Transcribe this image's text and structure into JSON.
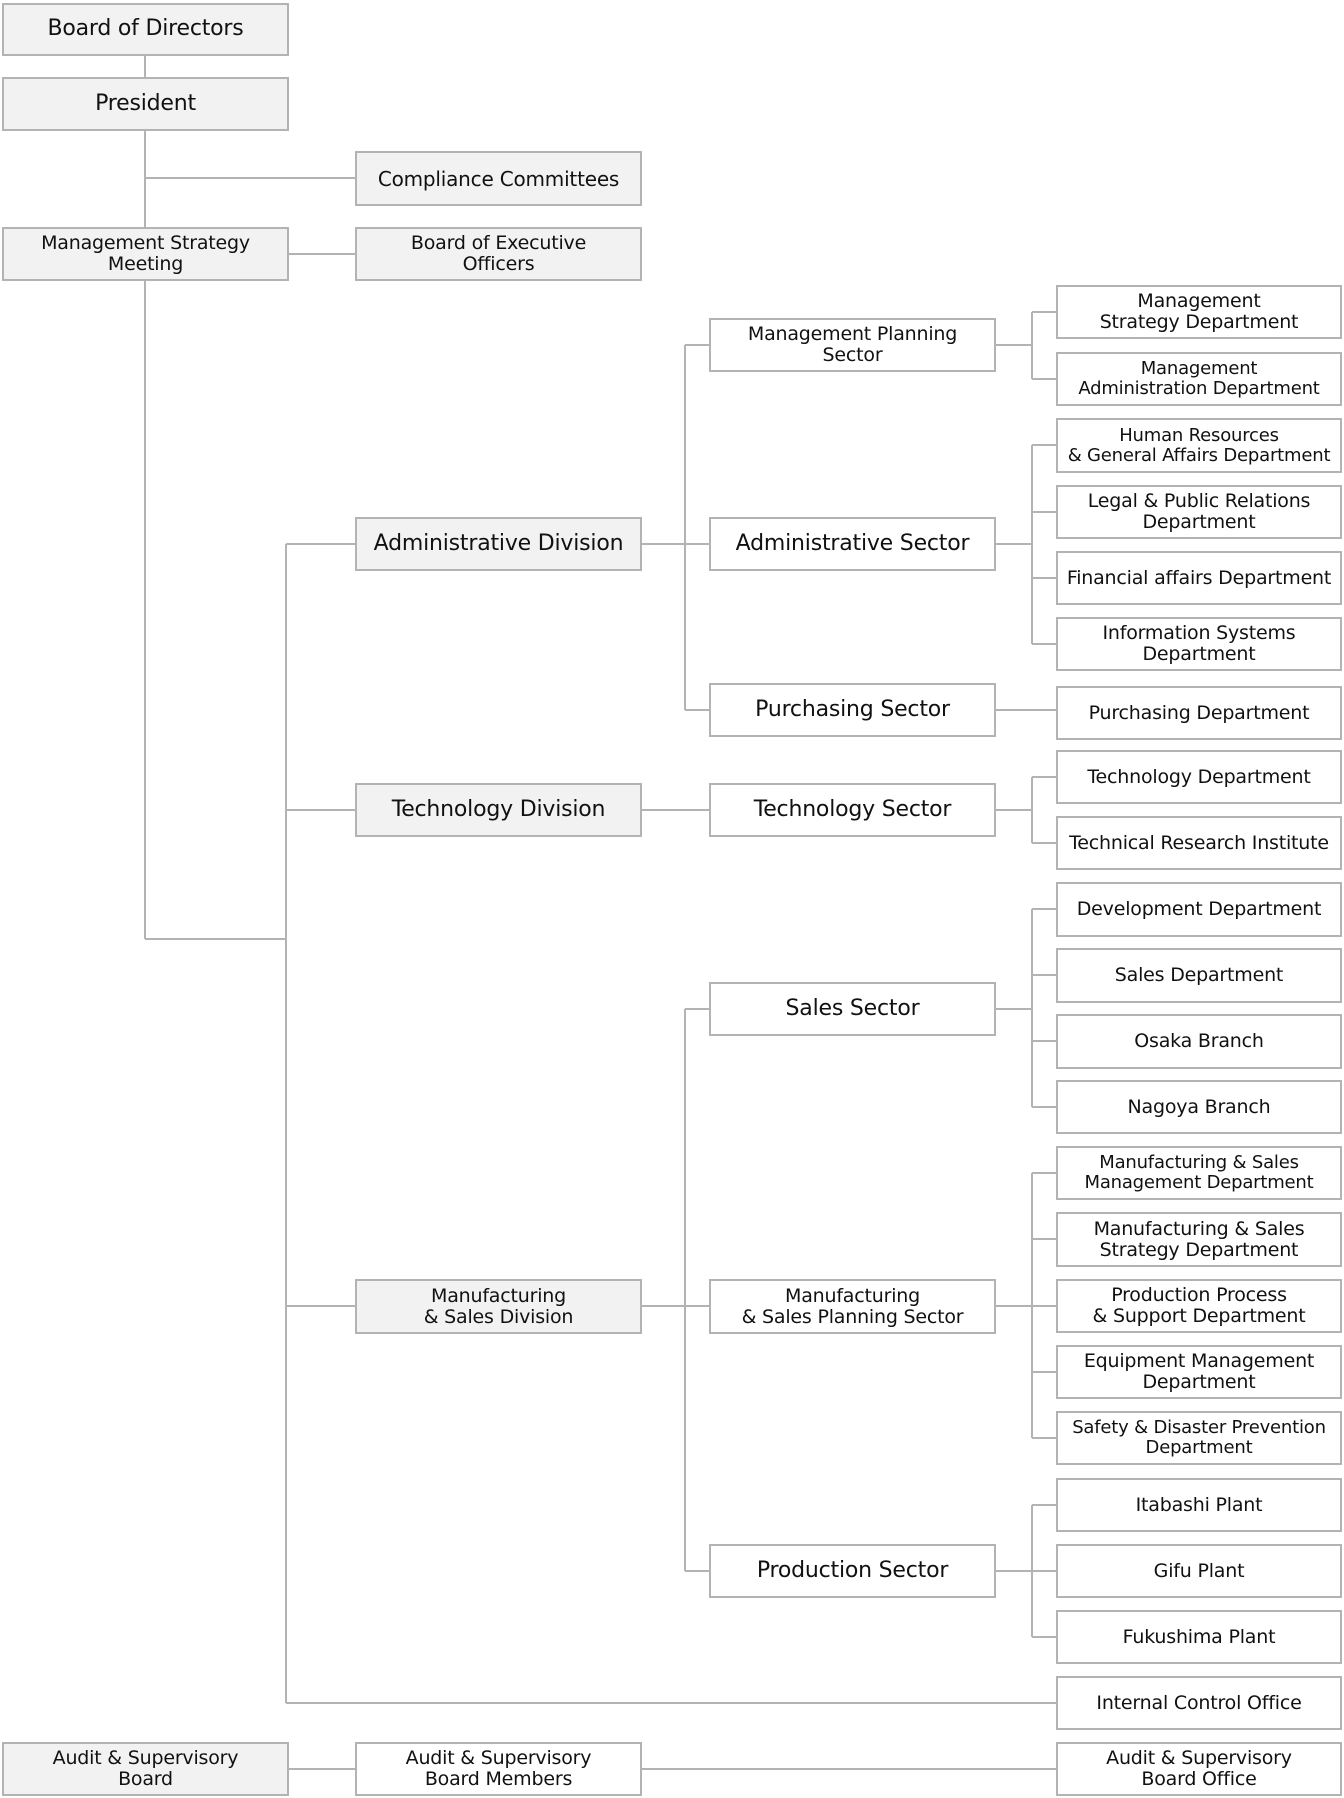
{
  "org_chart": {
    "board_of_directors": "Board of Directors",
    "president": "President",
    "compliance_committees": "Compliance Committees",
    "management_strategy_meeting": "Management Strategy\nMeeting",
    "board_of_executive_officers": "Board of Executive\nOfficers",
    "administrative_division": "Administrative Division",
    "technology_division": "Technology Division",
    "manufacturing_sales_division": "Manufacturing\n& Sales Division",
    "management_planning_sector": "Management Planning\nSector",
    "administrative_sector": "Administrative Sector",
    "purchasing_sector": "Purchasing Sector",
    "technology_sector": "Technology Sector",
    "sales_sector": "Sales Sector",
    "manufacturing_sales_planning_sector": "Manufacturing\n& Sales Planning Sector",
    "production_sector": "Production Sector",
    "management_strategy_department": "Management\nStrategy Department",
    "management_administration_department": "Management\nAdministration Department",
    "human_resources_general_affairs_department": "Human Resources\n& General Affairs Department",
    "legal_public_relations_department": "Legal & Public Relations\nDepartment",
    "financial_affairs_department": "Financial affairs Department",
    "information_systems_department": "Information Systems\nDepartment",
    "purchasing_department": "Purchasing Department",
    "technology_department": "Technology Department",
    "technical_research_institute": "Technical Research Institute",
    "development_department": "Development Department",
    "sales_department": "Sales Department",
    "osaka_branch": "Osaka Branch",
    "nagoya_branch": "Nagoya Branch",
    "manufacturing_sales_management_department": "Manufacturing & Sales\nManagement Department",
    "manufacturing_sales_strategy_department": "Manufacturing & Sales\nStrategy Department",
    "production_process_support_department": "Production Process\n& Support Department",
    "equipment_management_department": "Equipment Management\nDepartment",
    "safety_disaster_prevention_department": "Safety & Disaster Prevention\nDepartment",
    "itabashi_plant": "Itabashi Plant",
    "gifu_plant": "Gifu Plant",
    "fukushima_plant": "Fukushima Plant",
    "internal_control_office": "Internal Control Office",
    "audit_supervisory_board": "Audit & Supervisory\nBoard",
    "audit_supervisory_board_members": "Audit & Supervisory\nBoard Members",
    "audit_supervisory_board_office": "Audit & Supervisory\nBoard Office"
  }
}
